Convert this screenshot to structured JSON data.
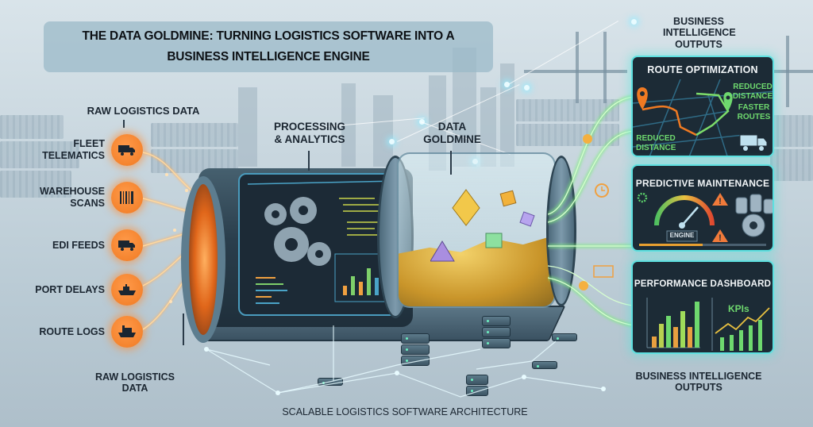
{
  "title": {
    "line1": "THE DATA GOLDMINE: TURNING LOGISTICS SOFTWARE INTO A",
    "line2": "BUSINESS INTELLIGENCE ENGINE"
  },
  "labels": {
    "raw_data_top": "RAW LOGISTICS DATA",
    "processing_line1": "PROCESSING",
    "processing_line2": "& ANALYTICS",
    "goldmine_line1": "DATA",
    "goldmine_line2": "GOLDMINE",
    "bi_top_line1": "BUSINESS",
    "bi_top_line2": "INTELLIGENCE",
    "bi_top_line3": "OUTPUTS",
    "raw_data_bottom_line1": "RAW LOGISTICS",
    "raw_data_bottom_line2": "DATA",
    "bi_bottom_line1": "BUSINESS INTELLIGENCE",
    "bi_bottom_line2": "OUTPUTS",
    "architecture": "SCALABLE LOGISTICS SOFTWARE ARCHITECTURE"
  },
  "sources": [
    {
      "line1": "FLEET",
      "line2": "TELEMATICS",
      "icon": "truck-icon"
    },
    {
      "line1": "WAREHOUSE",
      "line2": "SCANS",
      "icon": "barcode-icon"
    },
    {
      "line1": "EDI FEEDS",
      "line2": "",
      "icon": "truck-icon"
    },
    {
      "line1": "PORT DELAYS",
      "line2": "",
      "icon": "ship-icon"
    },
    {
      "line1": "ROUTE LOGS",
      "line2": "",
      "icon": "cargo-ship-icon"
    }
  ],
  "outputs": {
    "route": {
      "title": "ROUTE OPTIMIZATION",
      "tag1_line1": "REDUCED",
      "tag1_line2": "DISTANCE",
      "tag2_line1": "FASTER",
      "tag2_line2": "ROUTES",
      "tag3_line1": "REDUCED",
      "tag3_line2": "DISTANCE"
    },
    "maintenance": {
      "title": "PREDICTIVE MAINTENANCE",
      "gauge_label": "ENGINE"
    },
    "performance": {
      "title": "PERFORMANCE DASHBOARD",
      "kpi_label": "KPIs"
    }
  },
  "colors": {
    "source_orange": "#f07a22",
    "output_green": "#6ed86e",
    "panel_border": "#5de0e0",
    "panel_bg": "#1c2b36",
    "gold": "#e0b040"
  }
}
